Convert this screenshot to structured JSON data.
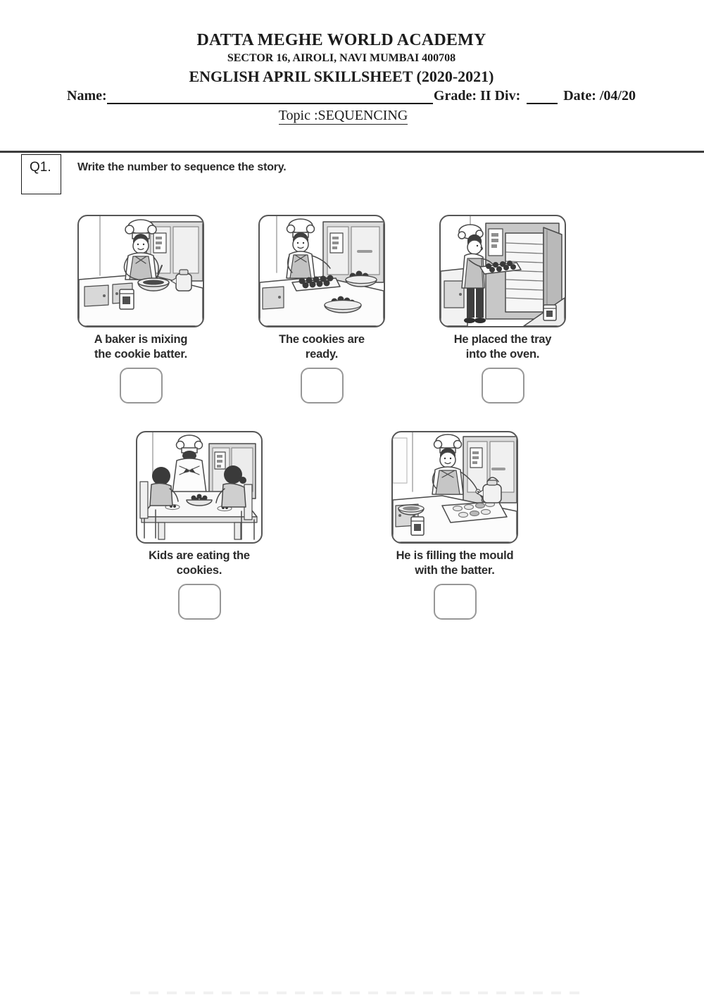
{
  "header": {
    "school_name": "DATTA MEGHE WORLD ACADEMY",
    "school_address": "SECTOR 16, AIROLI, NAVI MUMBAI 400708",
    "sheet_title": "ENGLISH APRIL SKILLSHEET (2020-2021)",
    "name_label": "Name:",
    "name_value": "",
    "grade_div_label": "Grade: II Div:",
    "div_value": "",
    "date_label": "Date: /04/20",
    "topic_line": "Topic :SEQUENCING"
  },
  "question": {
    "number": "Q1.",
    "instruction": "Write the number to sequence the story."
  },
  "cards": [
    {
      "id": "baker-mixing",
      "caption_line1": "A baker is mixing",
      "caption_line2": "the cookie batter.",
      "answer_value": ""
    },
    {
      "id": "cookies-ready",
      "caption_line1": "The cookies are",
      "caption_line2": "ready.",
      "answer_value": ""
    },
    {
      "id": "tray-into-oven",
      "caption_line1": "He placed the tray",
      "caption_line2": "into the oven.",
      "answer_value": ""
    },
    {
      "id": "kids-eating",
      "caption_line1": "Kids are eating the",
      "caption_line2": "cookies.",
      "answer_value": ""
    },
    {
      "id": "filling-mould",
      "caption_line1": "He is filling the mould",
      "caption_line2": "with the batter.",
      "answer_value": ""
    }
  ],
  "colors": {
    "ink": "#1c1c1c",
    "caption_ink": "#2b2b2b",
    "frame_border": "#565656",
    "answer_box_border": "#979797"
  }
}
